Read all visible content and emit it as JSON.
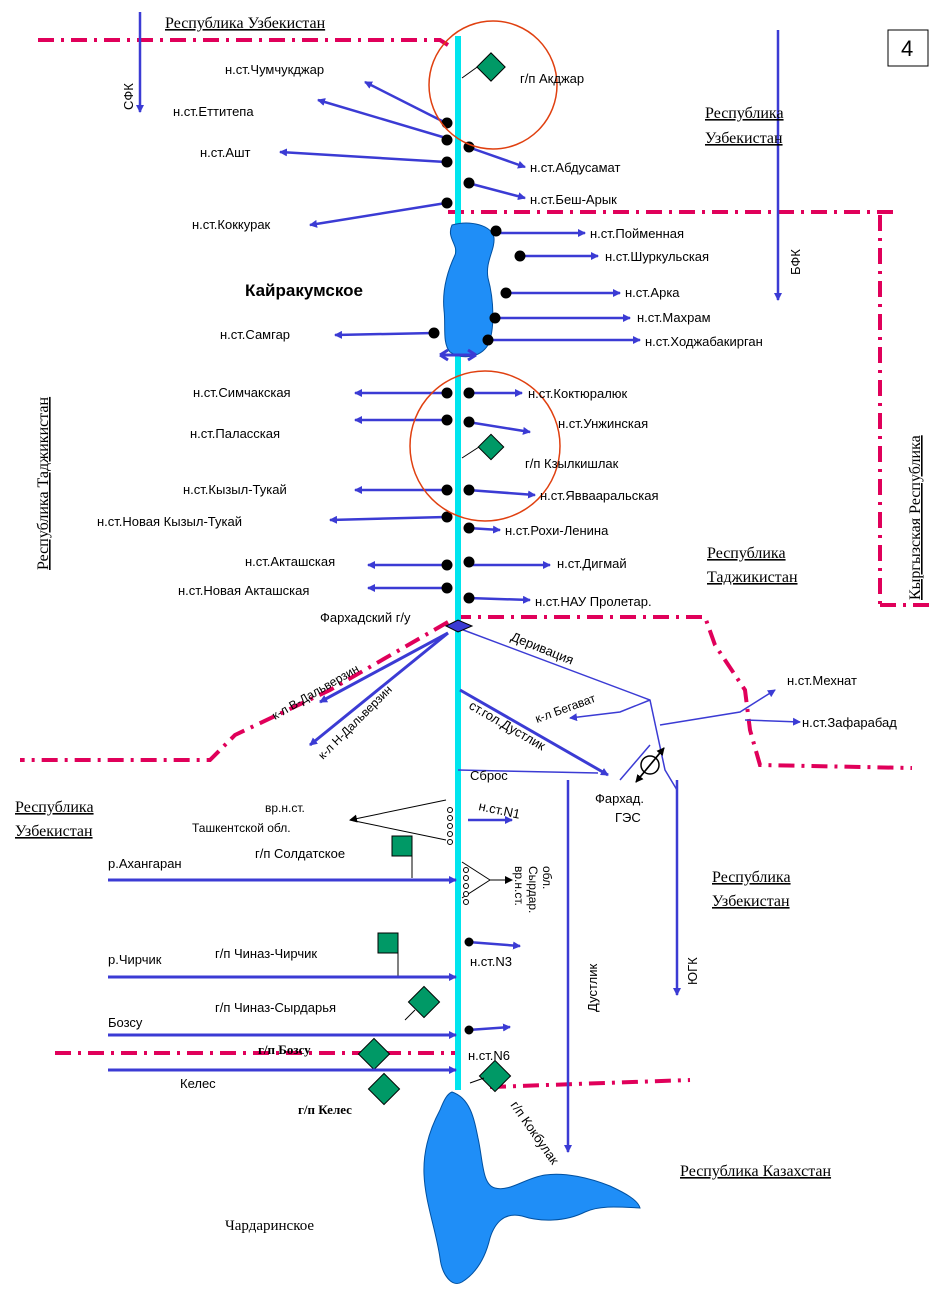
{
  "page_number": "4",
  "colors": {
    "river": "#00e5ee",
    "canal": "#3b3bd4",
    "border": "#e0005a",
    "lake": "#1f8ef7",
    "gauge": "#009966",
    "circle": "#e04010"
  },
  "countries": {
    "uzbekistan_top": "Республика Узбекистан",
    "uzbekistan_right": "Республика Узбекистан",
    "tajikistan_left": "Республика Таджикистан",
    "tajikistan_right": "Республика Таджикистан",
    "kyrgyzstan": "Кыргызская Республика",
    "uzbekistan_left": "Республика Узбекистан",
    "uzbekistan_right_lower": "Республика Узбекистан",
    "kazakhstan": "Республика Казахстан"
  },
  "canals": {
    "sfk": "СФК",
    "bfk": "БФК",
    "yugk": "ЮГК",
    "dustlik": "Дустлик"
  },
  "reservoirs": {
    "kairakkum": "Кайракумское",
    "chardara": "Чардаринское"
  },
  "gauges": {
    "akjar": "г/п Акджар",
    "kzylkishlak": "г/п Кзылкишлак",
    "soldatskoe": "г/п Солдатское",
    "chinaz_chirchik": "г/п Чиназ-Чирчик",
    "chinaz_syrdarya": "г/п Чиназ-Сырдарья",
    "bozsu": "г/п Бозсу",
    "keles": "г/п Келес",
    "kokbulak": "г/п Кокбулак"
  },
  "stations": {
    "chumchukjar": "н.ст.Чумчукджар",
    "ettitepa": "н.ст.Еттитепа",
    "asht": "н.ст.Ашт",
    "abdusamat": "н.ст.Абдусамат",
    "besharyk": "н.ст.Беш-Арык",
    "kokkurak": "н.ст.Коккурак",
    "poimennaya": "н.ст.Пойменная",
    "shurkulskaya": "н.ст.Шуркульская",
    "arka": "н.ст.Арка",
    "makhram": "н.ст.Махрам",
    "khodzhabakirgan": "н.ст.Ходжабакирган",
    "samgar": "н.ст.Самгар",
    "simchakskaya": "н.ст.Симчакская",
    "koktyuralyuk": "н.ст.Коктюралюк",
    "unzhinskaya": "н.ст.Унжинская",
    "palasskaya": "н.ст.Паласская",
    "kyzyl_tukai": "н.ст.Кызыл-Тукай",
    "yavvaaralskaya": "н.ст.Яввааральская",
    "novaya_kyzyl_tukai": "н.ст.Новая Кызыл-Тукай",
    "rokhi_lenina": "н.ст.Рохи-Ленина",
    "aktashskaya": "н.ст.Акташская",
    "digmai": "н.ст.Дигмай",
    "novaya_aktashskaya": "н.ст.Новая Акташская",
    "nau_proletar": "н.ст.НАУ Пролетар.",
    "mekhnat": "н.ст.Мехнат",
    "zafarabad": "н.ст.Зафарабад",
    "n1": "н.ст.N1",
    "n3": "н.ст.N3",
    "n6": "н.ст.N6"
  },
  "structures": {
    "farkhad_gu": "Фархадский г/у",
    "k_v_dalverzin": "к-л В-Дальверзин",
    "k_n_dalverzin": "к-л Н-Дальверзин",
    "derivatsiya": "Деривация",
    "k_begavat": "к-л Бегават",
    "st_gol_dustlik": "ст.гол.Дустлик",
    "sbros": "Сброс",
    "farkhad_ges_1": "Фархад.",
    "farkhad_ges_2": "ГЭС",
    "tashkent_1": "вр.н.ст.",
    "tashkent_2": "Ташкентской обл.",
    "syrdar_1": "вр.н.ст.",
    "syrdar_2": "Сырдар.",
    "syrdar_3": "обл."
  },
  "rivers": {
    "akhangaran": "р.Ахангаран",
    "chirchik": "р.Чирчик",
    "bozsu": "Бозсу",
    "keles": "Келес"
  }
}
